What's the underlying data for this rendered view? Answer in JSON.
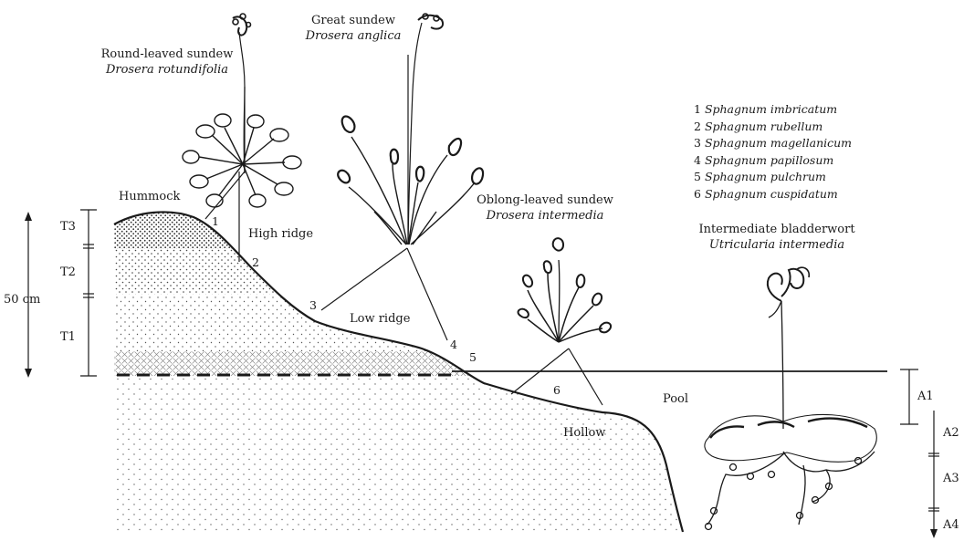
{
  "plants": {
    "round_leaved": {
      "common": "Round-leaved sundew",
      "latin": "Drosera rotundifolia"
    },
    "great": {
      "common": "Great sundew",
      "latin": "Drosera anglica"
    },
    "oblong_leaved": {
      "common": "Oblong-leaved sundew",
      "latin": "Drosera intermedia"
    },
    "bladderwort": {
      "common": "Intermediate bladderwort",
      "latin": "Utricularia intermedia"
    }
  },
  "species": [
    {
      "num": "1",
      "name": "Sphagnum imbricatum"
    },
    {
      "num": "2",
      "name": "Sphagnum rubellum"
    },
    {
      "num": "3",
      "name": "Sphagnum magellanicum"
    },
    {
      "num": "4",
      "name": "Sphagnum papillosum"
    },
    {
      "num": "5",
      "name": "Sphagnum pulchrum"
    },
    {
      "num": "6",
      "name": "Sphagnum cuspidatum"
    }
  ],
  "zones": {
    "hummock": "Hummock",
    "high_ridge": "High ridge",
    "low_ridge": "Low ridge",
    "hollow": "Hollow",
    "pool": "Pool"
  },
  "positions": [
    "1",
    "2",
    "3",
    "4",
    "5",
    "6"
  ],
  "terrestrial_layers": [
    "T3",
    "T2",
    "T1"
  ],
  "aquatic_layers": [
    "A1",
    "A2",
    "A3",
    "A4"
  ],
  "scale_label": "50 cm"
}
